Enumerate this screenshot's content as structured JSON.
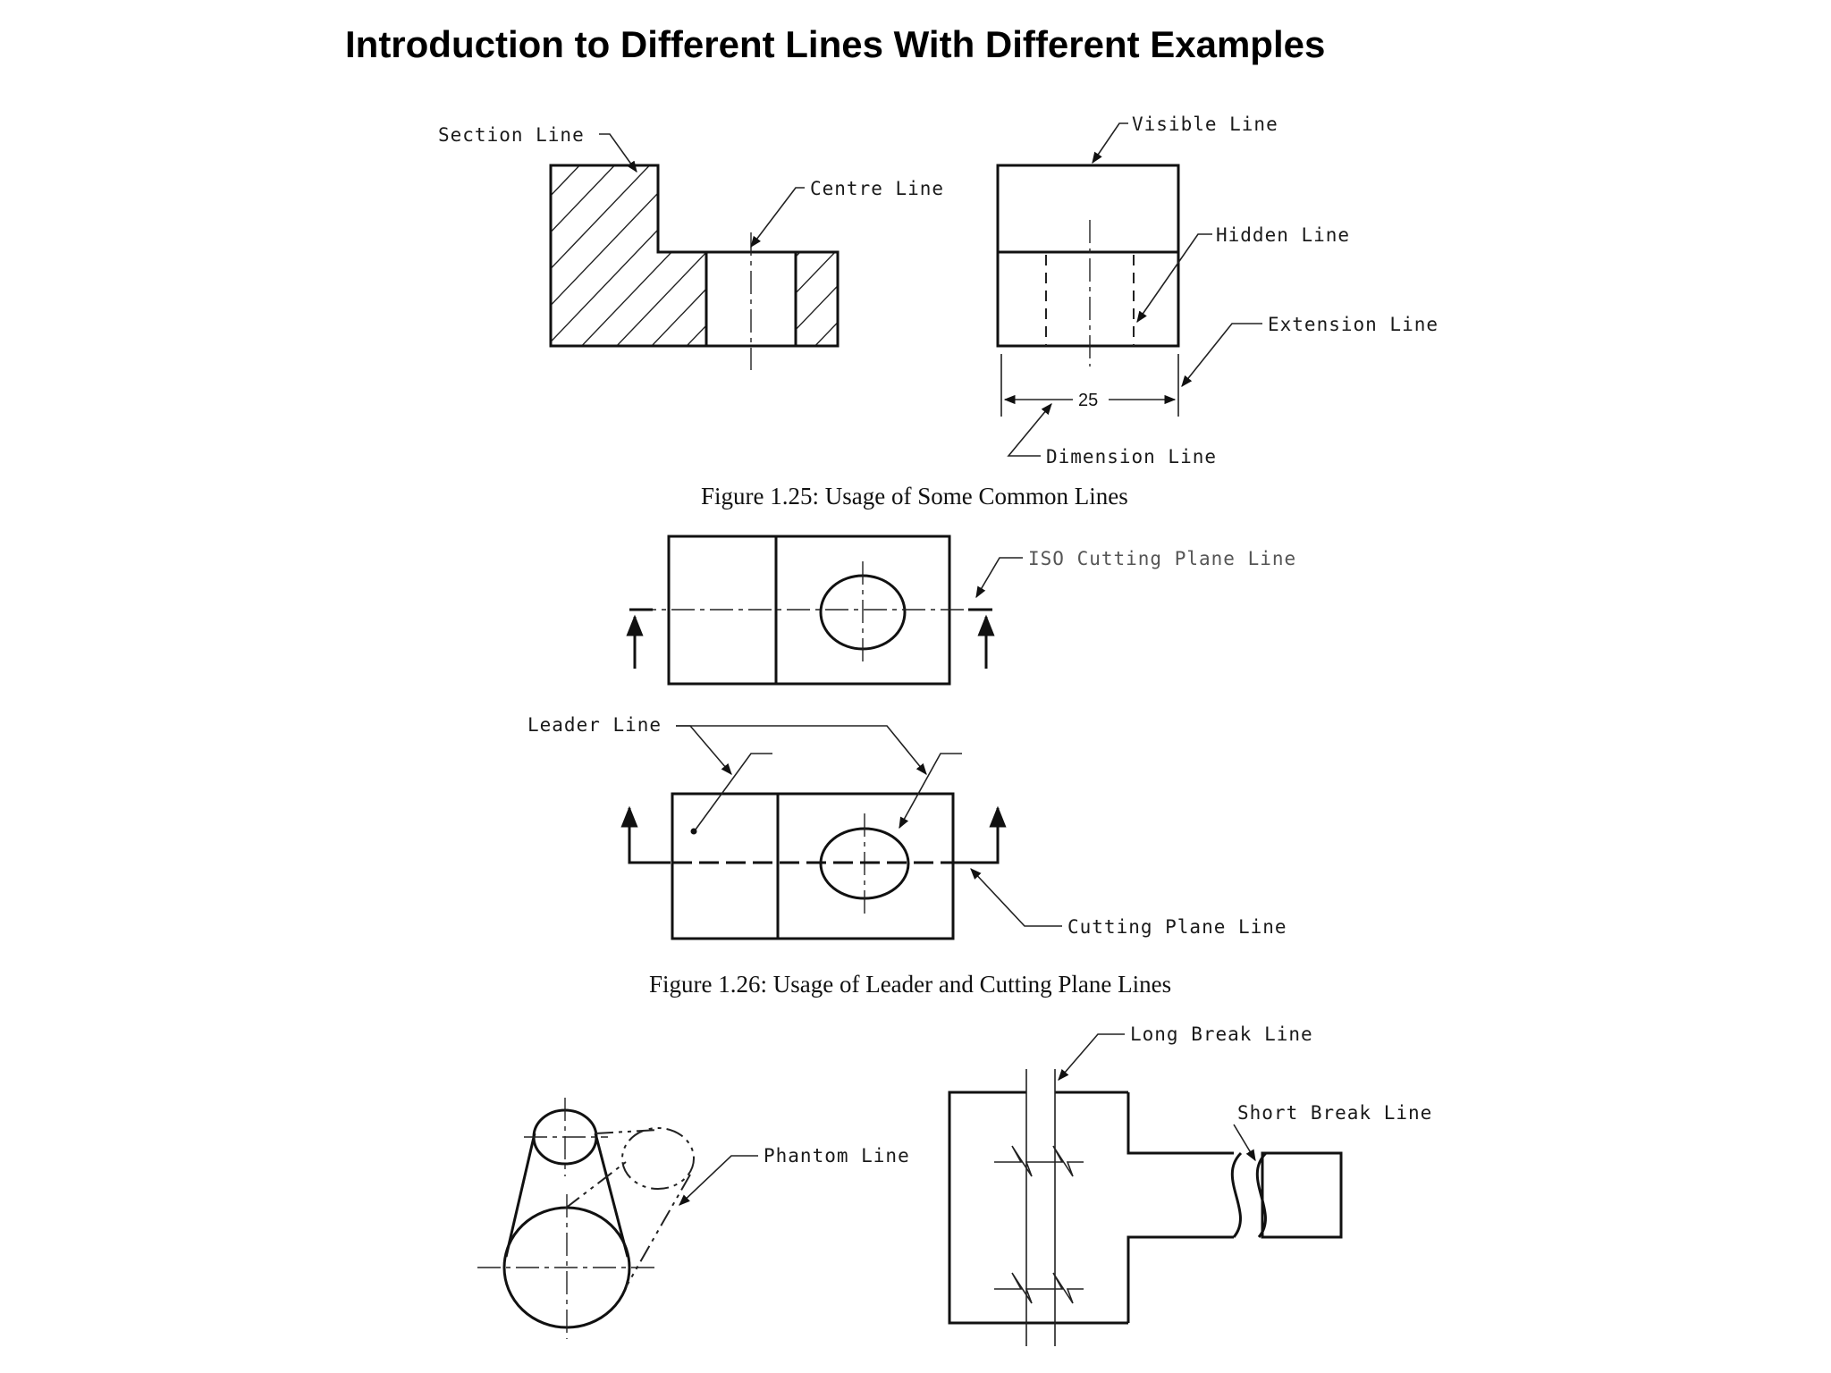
{
  "title": "Introduction to Different Lines With Different Examples",
  "figure1": {
    "caption": "Figure 1.25: Usage of Some Common Lines",
    "labels": {
      "section": "Section Line",
      "centre": "Centre Line",
      "visible": "Visible Line",
      "hidden": "Hidden Line",
      "extension": "Extension Line",
      "dimension": "Dimension Line"
    },
    "dimension_value": "25"
  },
  "figure2": {
    "caption": "Figure 1.26: Usage of Leader and Cutting Plane Lines",
    "labels": {
      "iso_cutting": "ISO Cutting Plane Line",
      "leader": "Leader Line",
      "cutting": "Cutting Plane Line"
    }
  },
  "figure3": {
    "labels": {
      "phantom": "Phantom Line",
      "long_break": "Long Break Line",
      "short_break": "Short Break Line"
    }
  }
}
